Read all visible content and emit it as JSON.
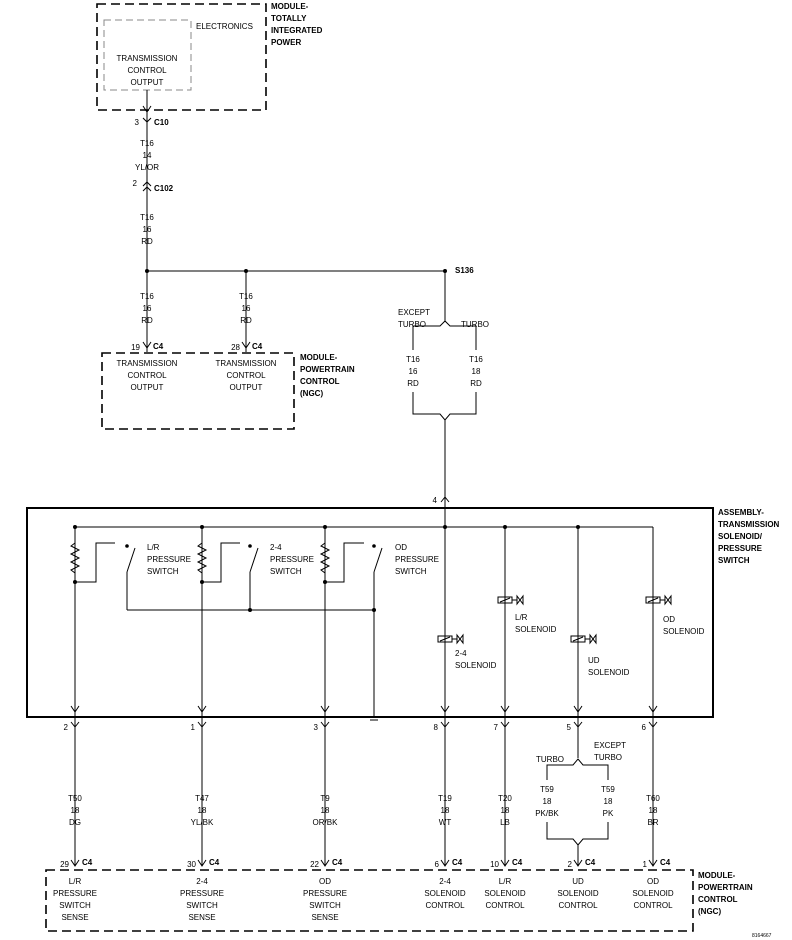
{
  "tipm": {
    "name": [
      "MODULE-",
      "TOTALLY",
      "INTEGRATED",
      "POWER"
    ],
    "electronics": "ELECTRONICS",
    "output": [
      "TRANSMISSION",
      "CONTROL",
      "OUTPUT"
    ]
  },
  "c10": {
    "pin": "3",
    "name": "C10"
  },
  "wire_top": {
    "circuit": "T16",
    "gauge": "14",
    "color": "YL/OR"
  },
  "c102": {
    "pin": "2",
    "name": "C102"
  },
  "wire_mid": {
    "circuit": "T16",
    "gauge": "16",
    "color": "RD"
  },
  "s136": "S136",
  "pcm_top": {
    "name": [
      "MODULE-",
      "POWERTRAIN",
      "CONTROL",
      "(NGC)"
    ],
    "pin1": {
      "pin": "19",
      "conn": "C4",
      "label": [
        "TRANSMISSION",
        "CONTROL",
        "OUTPUT"
      ],
      "wire": {
        "circuit": "T16",
        "gauge": "16",
        "color": "RD"
      }
    },
    "pin2": {
      "pin": "28",
      "conn": "C4",
      "label": [
        "TRANSMISSION",
        "CONTROL",
        "OUTPUT"
      ],
      "wire": {
        "circuit": "T16",
        "gauge": "16",
        "color": "RD"
      }
    }
  },
  "split": {
    "except_turbo": [
      "EXCEPT",
      "TURBO"
    ],
    "turbo": "TURBO",
    "left": {
      "circuit": "T16",
      "gauge": "16",
      "color": "RD"
    },
    "right": {
      "circuit": "T16",
      "gauge": "18",
      "color": "RD"
    }
  },
  "assembly": {
    "name": [
      "ASSEMBLY-",
      "TRANSMISSION",
      "SOLENOID/",
      "PRESSURE",
      "SWITCH"
    ],
    "in_pin": "4",
    "switches": [
      [
        "L/R",
        "PRESSURE",
        "SWITCH"
      ],
      [
        "2-4",
        "PRESSURE",
        "SWITCH"
      ],
      [
        "OD",
        "PRESSURE",
        "SWITCH"
      ]
    ],
    "solenoids": [
      [
        "2-4",
        "SOLENOID"
      ],
      [
        "L/R",
        "SOLENOID"
      ],
      [
        "UD",
        "SOLENOID"
      ],
      [
        "OD",
        "SOLENOID"
      ]
    ]
  },
  "bottom_wires": [
    {
      "apin": "2",
      "circuit": "T50",
      "gauge": "18",
      "color": "DG",
      "pin": "29",
      "conn": "C4",
      "label": [
        "L/R",
        "PRESSURE",
        "SWITCH",
        "SENSE"
      ]
    },
    {
      "apin": "1",
      "circuit": "T47",
      "gauge": "18",
      "color": "YL/BK",
      "pin": "30",
      "conn": "C4",
      "label": [
        "2-4",
        "PRESSURE",
        "SWITCH",
        "SENSE"
      ]
    },
    {
      "apin": "3",
      "circuit": "T9",
      "gauge": "18",
      "color": "OR/BK",
      "pin": "22",
      "conn": "C4",
      "label": [
        "OD",
        "PRESSURE",
        "SWITCH",
        "SENSE"
      ]
    },
    {
      "apin": "8",
      "circuit": "T19",
      "gauge": "18",
      "color": "WT",
      "pin": "6",
      "conn": "C4",
      "label": [
        "2-4",
        "SOLENOID",
        "CONTROL"
      ]
    },
    {
      "apin": "7",
      "circuit": "T20",
      "gauge": "18",
      "color": "LB",
      "pin": "10",
      "conn": "C4",
      "label": [
        "L/R",
        "SOLENOID",
        "CONTROL"
      ]
    },
    {
      "apin": "6",
      "circuit": "T60",
      "gauge": "18",
      "color": "BR",
      "pin": "1",
      "conn": "C4",
      "label": [
        "OD",
        "SOLENOID",
        "CONTROL"
      ]
    }
  ],
  "ud_branch": {
    "apin": "5",
    "turbo": "TURBO",
    "except_turbo": [
      "EXCEPT",
      "TURBO"
    ],
    "left": {
      "circuit": "T59",
      "gauge": "18",
      "color": "PK/BK"
    },
    "right": {
      "circuit": "T59",
      "gauge": "18",
      "color": "PK"
    },
    "pin": "2",
    "conn": "C4",
    "label": [
      "UD",
      "SOLENOID",
      "CONTROL"
    ]
  },
  "pcm_bottom": {
    "name": [
      "MODULE-",
      "POWERTRAIN",
      "CONTROL",
      "(NGC)"
    ]
  },
  "figure_id": "8164667"
}
